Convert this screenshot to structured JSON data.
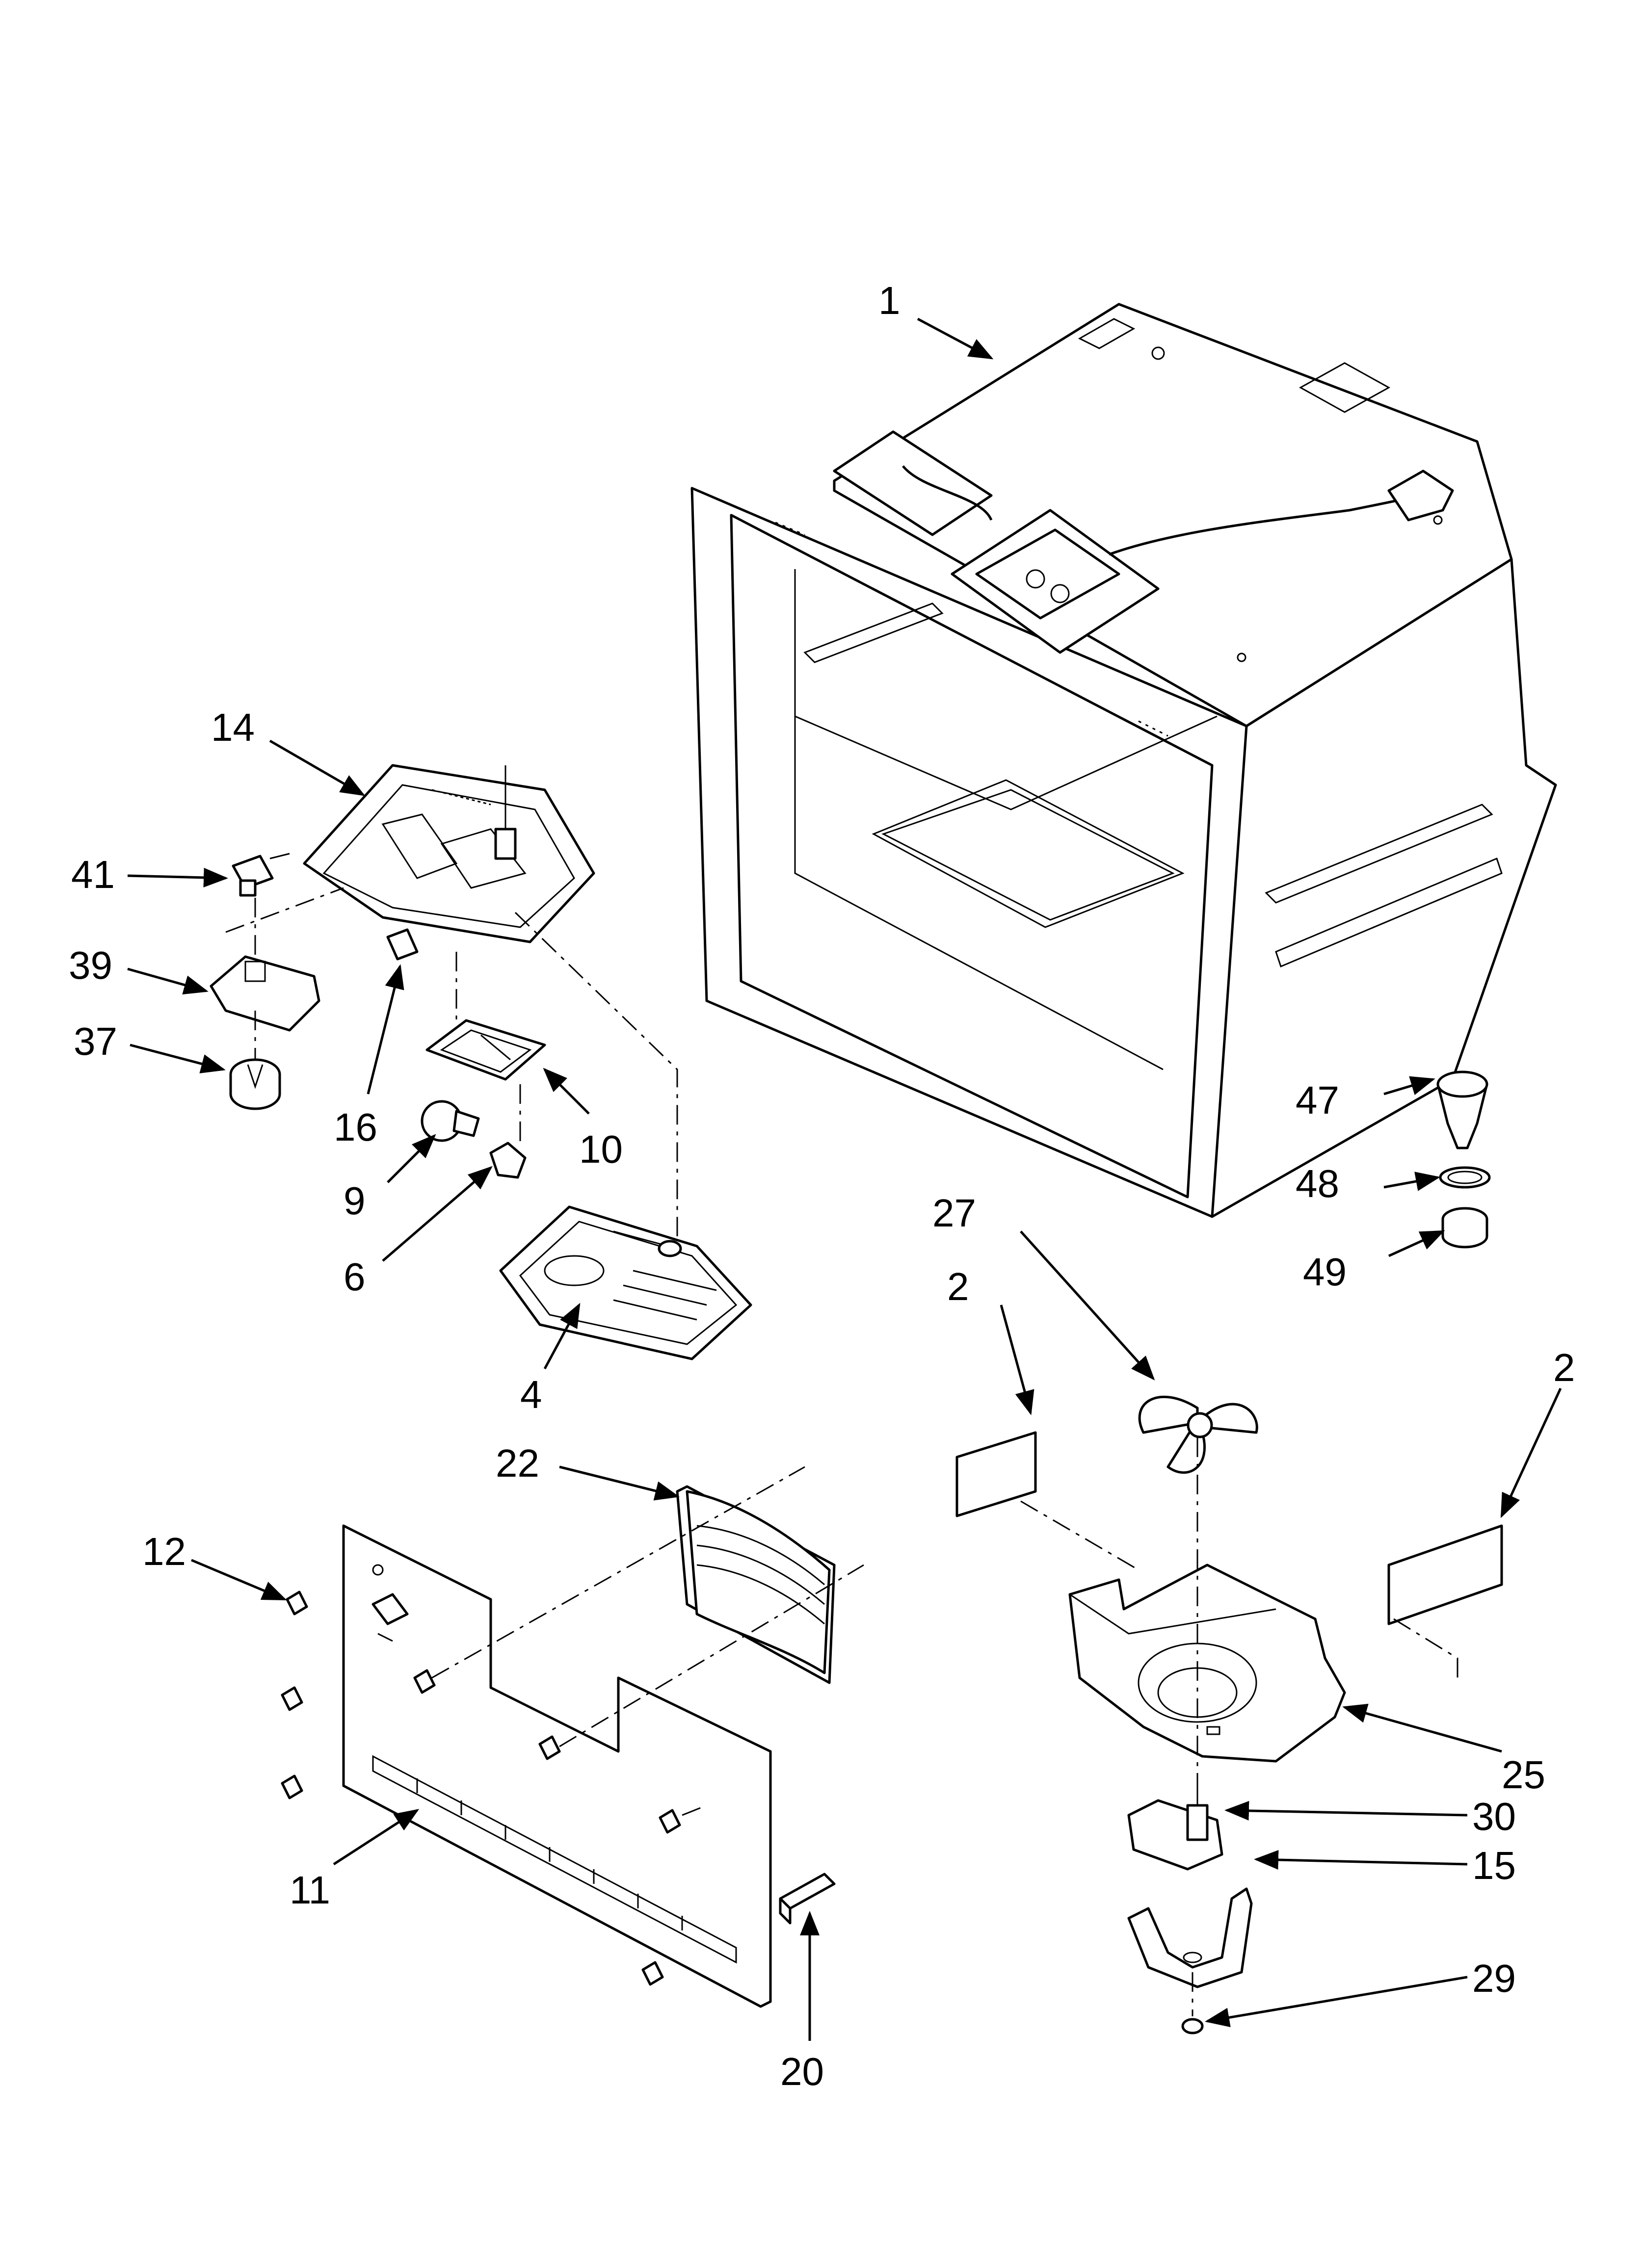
{
  "labels": {
    "p1": "1",
    "p2a": "2",
    "p2b": "2",
    "p4": "4",
    "p6": "6",
    "p9": "9",
    "p10": "10",
    "p11": "11",
    "p12": "12",
    "p14": "14",
    "p15": "15",
    "p16": "16",
    "p20": "20",
    "p22": "22",
    "p25": "25",
    "p27": "27",
    "p29": "29",
    "p30": "30",
    "p37": "37",
    "p39": "39",
    "p41": "41",
    "p47": "47",
    "p48": "48",
    "p49": "49"
  }
}
